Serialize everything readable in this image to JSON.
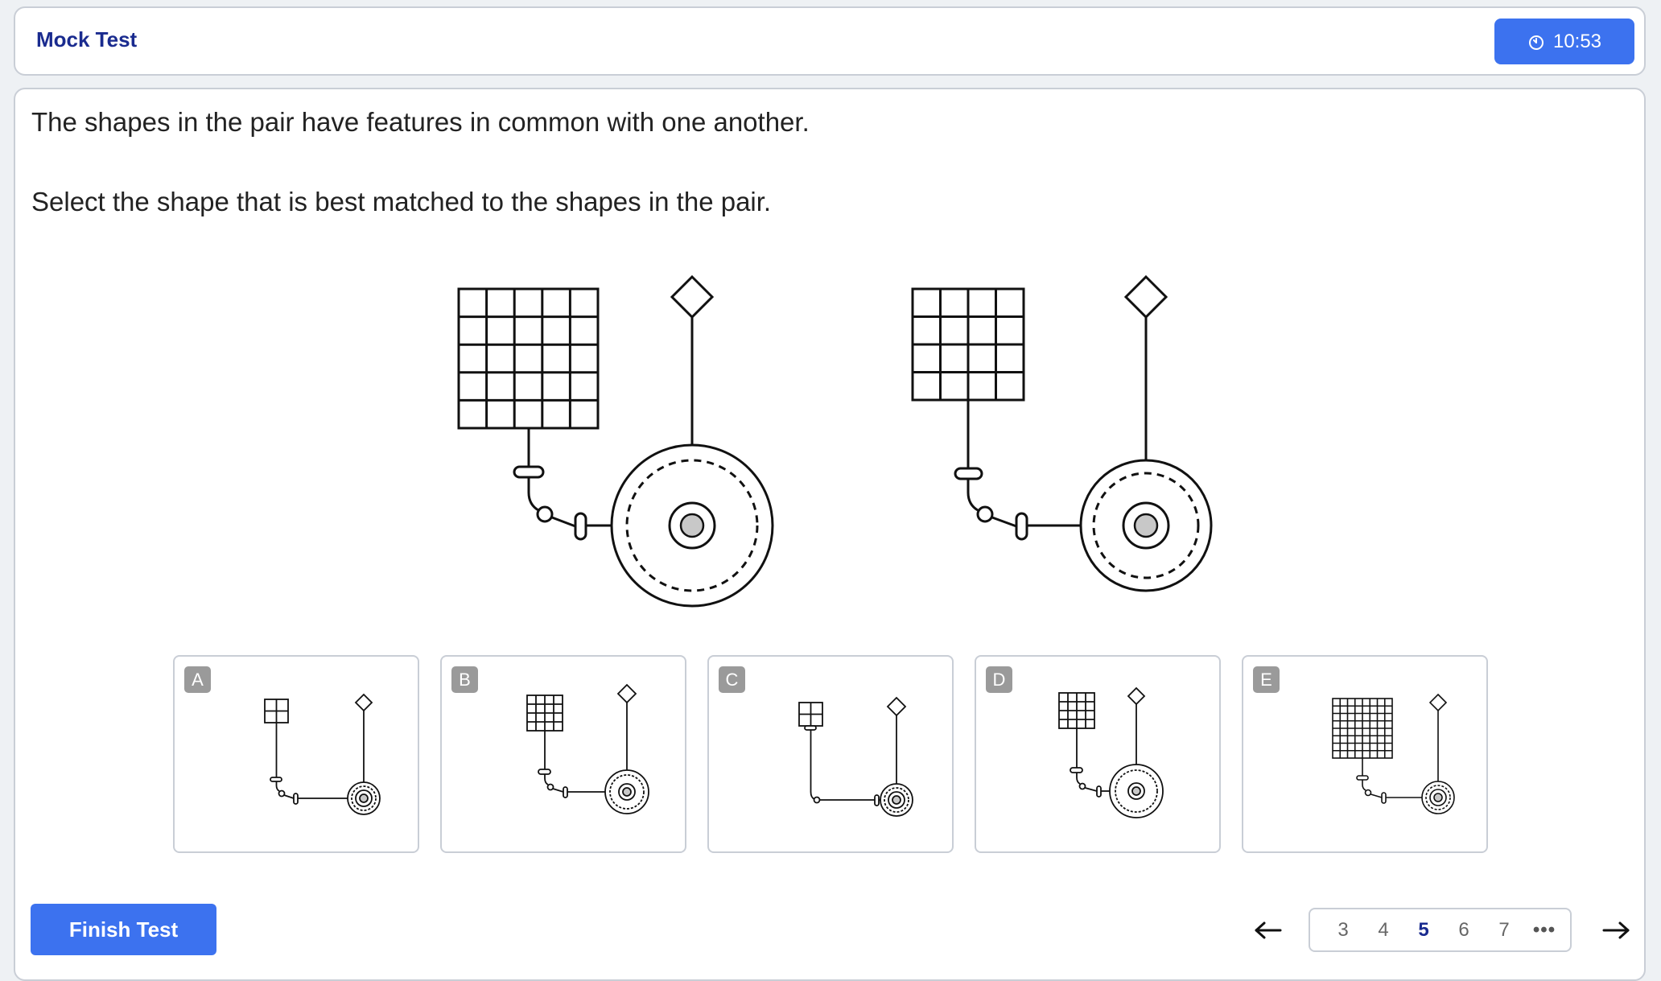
{
  "header": {
    "title": "Mock Test",
    "timer": "10:53"
  },
  "question": {
    "line1": "The shapes in the pair have features in common with one another.",
    "line2": "Select the shape that is best matched to the shapes in the pair."
  },
  "options": [
    {
      "label": "A"
    },
    {
      "label": "B"
    },
    {
      "label": "C"
    },
    {
      "label": "D"
    },
    {
      "label": "E"
    }
  ],
  "footer": {
    "finish_label": "Finish Test",
    "pages": [
      "3",
      "4",
      "5",
      "6",
      "7"
    ],
    "current_page": "5",
    "more": "•••"
  },
  "colors": {
    "accent": "#3c72ef",
    "title": "#1a2b8f",
    "label_bg": "#9a9a9a"
  }
}
